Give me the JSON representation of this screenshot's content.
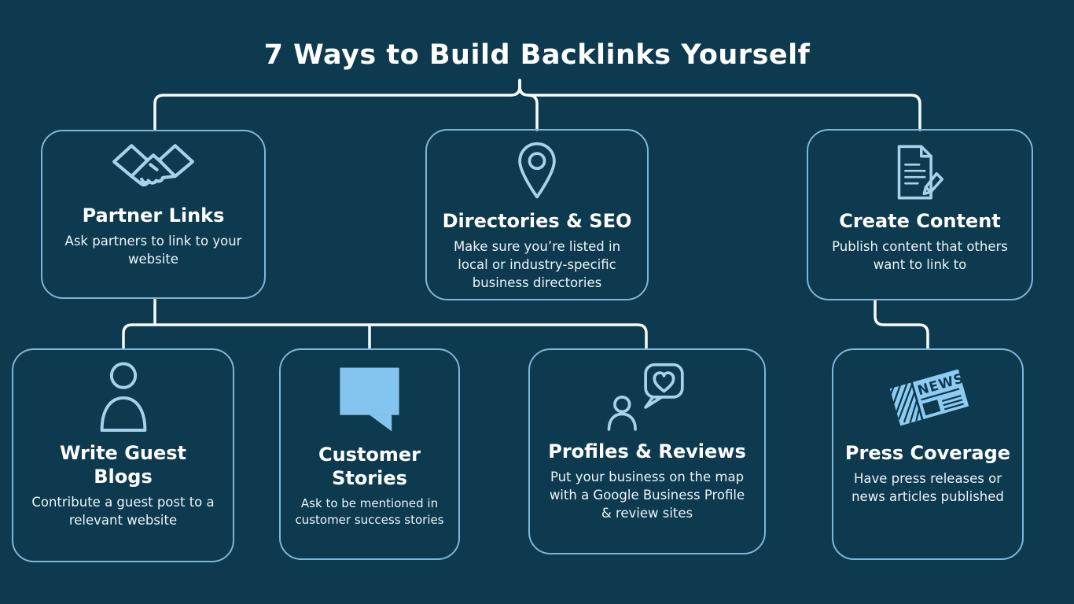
{
  "title": "7 Ways to Build Backlinks Yourself",
  "colors": {
    "background": "#0d3a4f",
    "card_border": "#7fb6d6",
    "icon_stroke": "#a6d3ec",
    "icon_fill": "#84c5ef",
    "connector": "#f7fbfd",
    "heading_text": "#ffffff",
    "body_text": "#ecf5fa"
  },
  "cards": [
    {
      "id": "partner-links",
      "icon": "handshake-icon",
      "title": "Partner Links",
      "body": "Ask partners to link to your website"
    },
    {
      "id": "directories-seo",
      "icon": "location-pin-icon",
      "title": "Directories & SEO",
      "body": "Make sure you’re listed in local or industry-specific business directories"
    },
    {
      "id": "create-content",
      "icon": "document-pencil-icon",
      "title": "Create Content",
      "body": "Publish content that others want to link to"
    },
    {
      "id": "write-guest-blogs",
      "icon": "person-icon",
      "title": "Write Guest Blogs",
      "body": "Contribute a guest post to a relevant website"
    },
    {
      "id": "customer-stories",
      "icon": "speech-bubble-icon",
      "title": "Customer Stories",
      "body": "Ask to be mentioned in customer success stories"
    },
    {
      "id": "profiles-reviews",
      "icon": "person-heart-bubble-icon",
      "title": "Profiles & Reviews",
      "body": "Put your business on the map with a Google Business Profile & review sites"
    },
    {
      "id": "press-coverage",
      "icon": "newspaper-icon",
      "icon_text": "NEWS",
      "title": "Press Coverage",
      "body": "Have press releases or news articles published"
    }
  ]
}
